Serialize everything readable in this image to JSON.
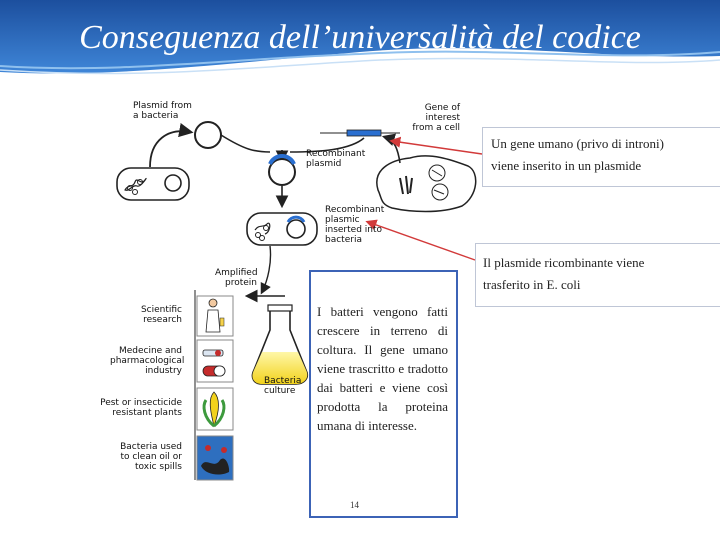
{
  "slide": {
    "title": "Conseguenza dell’universalità del codice",
    "note_1_line_1": "Un gene umano (privo di introni)",
    "note_1_line_2": "viene inserito in un plasmide",
    "note_2_line_1": "Il plasmide ricombinante viene",
    "note_2_line_2": "trasferito in E. coli",
    "body_text": "I batteri vengono fatti crescere in terreno di coltura. Il gene umano viene trascritto e tradotto dai batteri e viene così prodotta la proteina umana di interesse.",
    "page_number": "14"
  },
  "diagram": {
    "plasmid_label": [
      "Plasmid from",
      "a bacteria"
    ],
    "gene_label": [
      "Gene of interest",
      "from a cell"
    ],
    "recombinant_label": [
      "Recombinant",
      "plasmid"
    ],
    "inserted_label": [
      "Recombinant",
      "plasmic",
      "inserted into",
      "bacteria"
    ],
    "amplified_label": [
      "Amplified",
      "protein"
    ],
    "culture_label": [
      "Bacteria",
      "culture"
    ],
    "uses": [
      {
        "label": [
          "Scientific",
          "research"
        ]
      },
      {
        "label": [
          "Medecine and",
          "pharmacological",
          "industry"
        ]
      },
      {
        "label": [
          "Pest or insecticide",
          "resistant plants"
        ]
      },
      {
        "label": [
          "Bacteria used",
          "to clean oil or",
          "toxic spills"
        ]
      }
    ]
  },
  "colors": {
    "header_blue": "#2f6fc0",
    "arrow_red": "#d23a3a",
    "box_blue": "#3c63b6",
    "gene_blue": "#2a6fd0"
  }
}
